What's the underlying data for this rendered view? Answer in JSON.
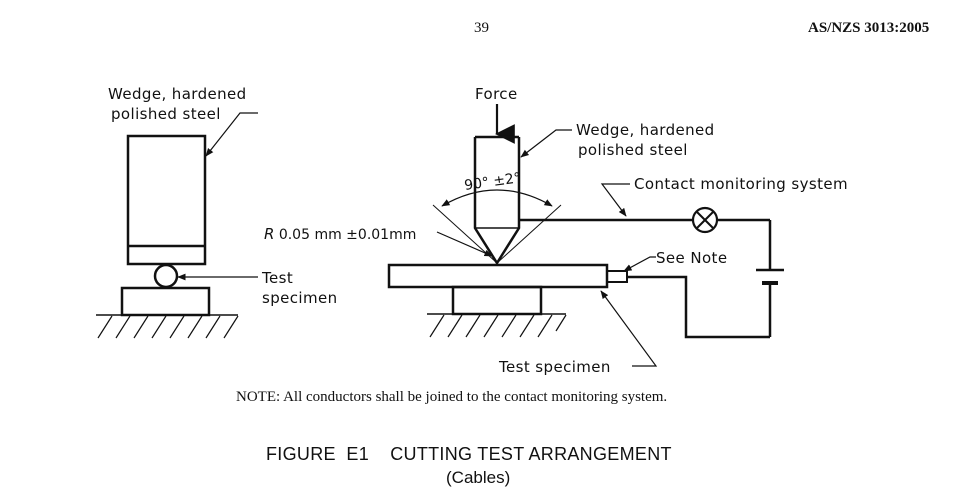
{
  "header": {
    "page_number": "39",
    "standard_id": "AS/NZS 3013:2005"
  },
  "diagram": {
    "left": {
      "wedge_label_line1": "Wedge, hardened",
      "wedge_label_line2": "polished steel",
      "specimen_label_line1": "Test",
      "specimen_label_line2": "specimen"
    },
    "right": {
      "force_label": "Force",
      "wedge_label_line1": "Wedge, hardened",
      "wedge_label_line2": "polished steel",
      "angle_label": "90° ±2°",
      "radius_symbol": "R",
      "radius_label": "0.05 mm ±0.01mm",
      "contact_label": "Contact monitoring system",
      "see_note_label": "See Note",
      "specimen_label": "Test specimen"
    }
  },
  "note": "NOTE:  All conductors shall be joined to the contact monitoring system.",
  "figure": {
    "title": "FIGURE  E1    CUTTING TEST ARRANGEMENT",
    "subtitle": "(Cables)"
  }
}
